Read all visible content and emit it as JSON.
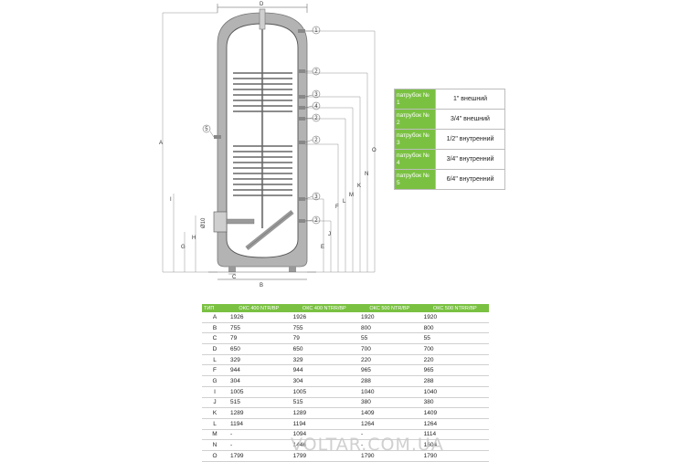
{
  "drawing": {
    "dimension_labels": [
      "D",
      "A",
      "B",
      "C",
      "G",
      "I",
      "H",
      "L",
      "F",
      "M",
      "K",
      "N",
      "O",
      "J",
      "E"
    ],
    "diameter_label": "Ø10",
    "port_numbers": [
      "1",
      "2",
      "3",
      "4",
      "2",
      "2",
      "3",
      "2",
      "5"
    ]
  },
  "legend": {
    "rows": [
      {
        "key": "патрубок № 1",
        "value": "1\" внешний"
      },
      {
        "key": "патрубок № 2",
        "value": "3/4\" внешний"
      },
      {
        "key": "патрубок № 3",
        "value": "1/2\" внутренний"
      },
      {
        "key": "патрубок № 4",
        "value": "3/4\" внутренний"
      },
      {
        "key": "патрубок № 5",
        "value": "6/4\" внутренний"
      }
    ]
  },
  "table": {
    "headers": [
      "ТИП",
      "ОКС 400 NTR/BP",
      "ОКС 400 NTRR/BP",
      "ОКС 500 NTR/BP",
      "ОКС 500 NTRR/BP"
    ],
    "rows": [
      [
        "A",
        "1926",
        "1926",
        "1920",
        "1920"
      ],
      [
        "B",
        "755",
        "755",
        "800",
        "800"
      ],
      [
        "C",
        "79",
        "79",
        "55",
        "55"
      ],
      [
        "D",
        "650",
        "650",
        "700",
        "700"
      ],
      [
        "L",
        "329",
        "329",
        "220",
        "220"
      ],
      [
        "F",
        "944",
        "944",
        "965",
        "965"
      ],
      [
        "G",
        "304",
        "304",
        "288",
        "288"
      ],
      [
        "I",
        "1005",
        "1005",
        "1040",
        "1040"
      ],
      [
        "J",
        "515",
        "515",
        "380",
        "380"
      ],
      [
        "K",
        "1289",
        "1289",
        "1409",
        "1409"
      ],
      [
        "L",
        "1194",
        "1194",
        "1264",
        "1264"
      ],
      [
        "M",
        "-",
        "1094",
        "-",
        "1114"
      ],
      [
        "N",
        "-",
        "1446",
        "-",
        "1604"
      ],
      [
        "O",
        "1799",
        "1799",
        "1790",
        "1790"
      ]
    ]
  },
  "watermark": "VOLTAR.COM.UA"
}
